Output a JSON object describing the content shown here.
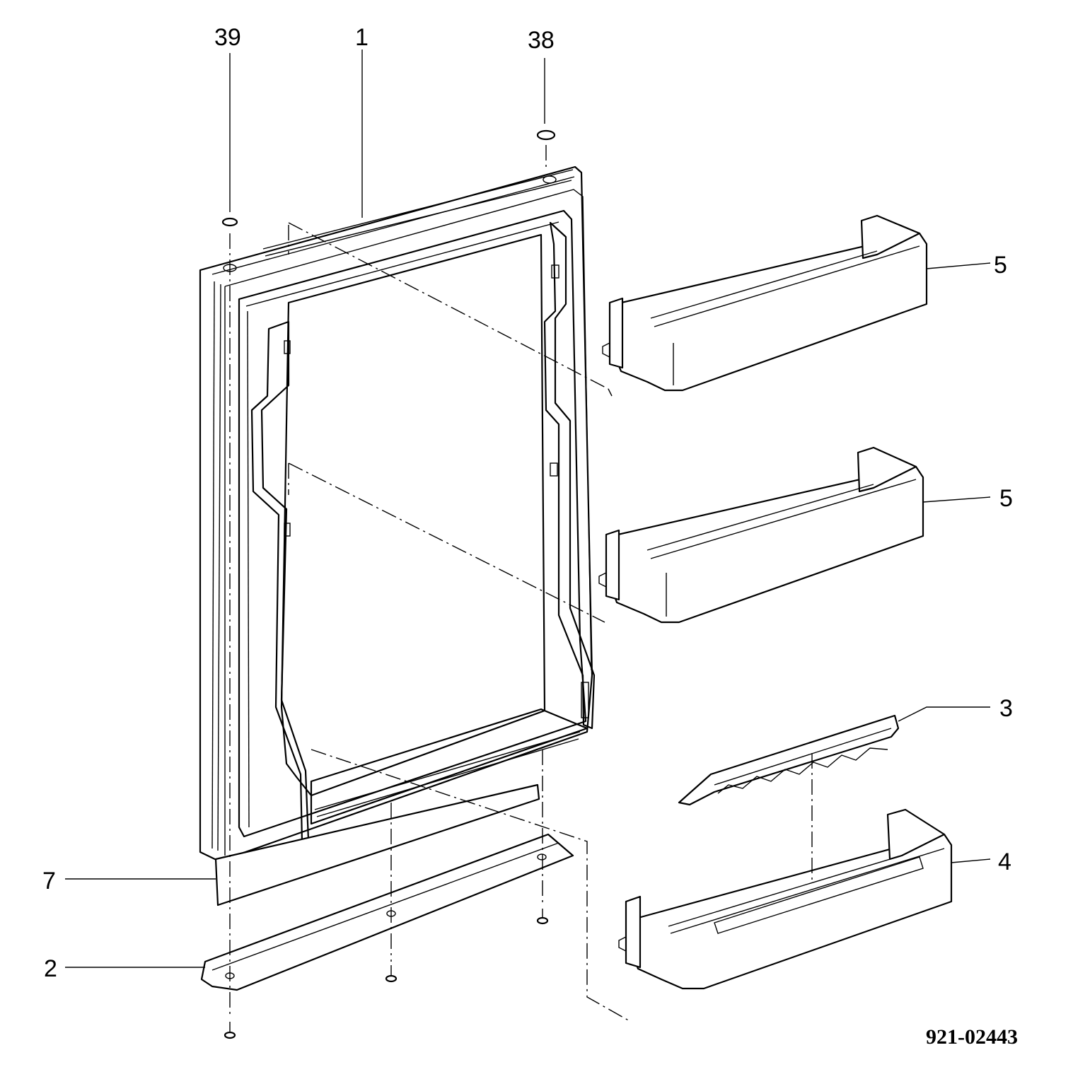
{
  "callouts": {
    "p39": "39",
    "p1": "1",
    "p38": "38",
    "p5a": "5",
    "p5b": "5",
    "p3": "3",
    "p4": "4",
    "p7": "7",
    "p2": "2"
  },
  "drawing_number": "921-02443",
  "colors": {
    "ink": "#000000",
    "paper": "#ffffff"
  }
}
